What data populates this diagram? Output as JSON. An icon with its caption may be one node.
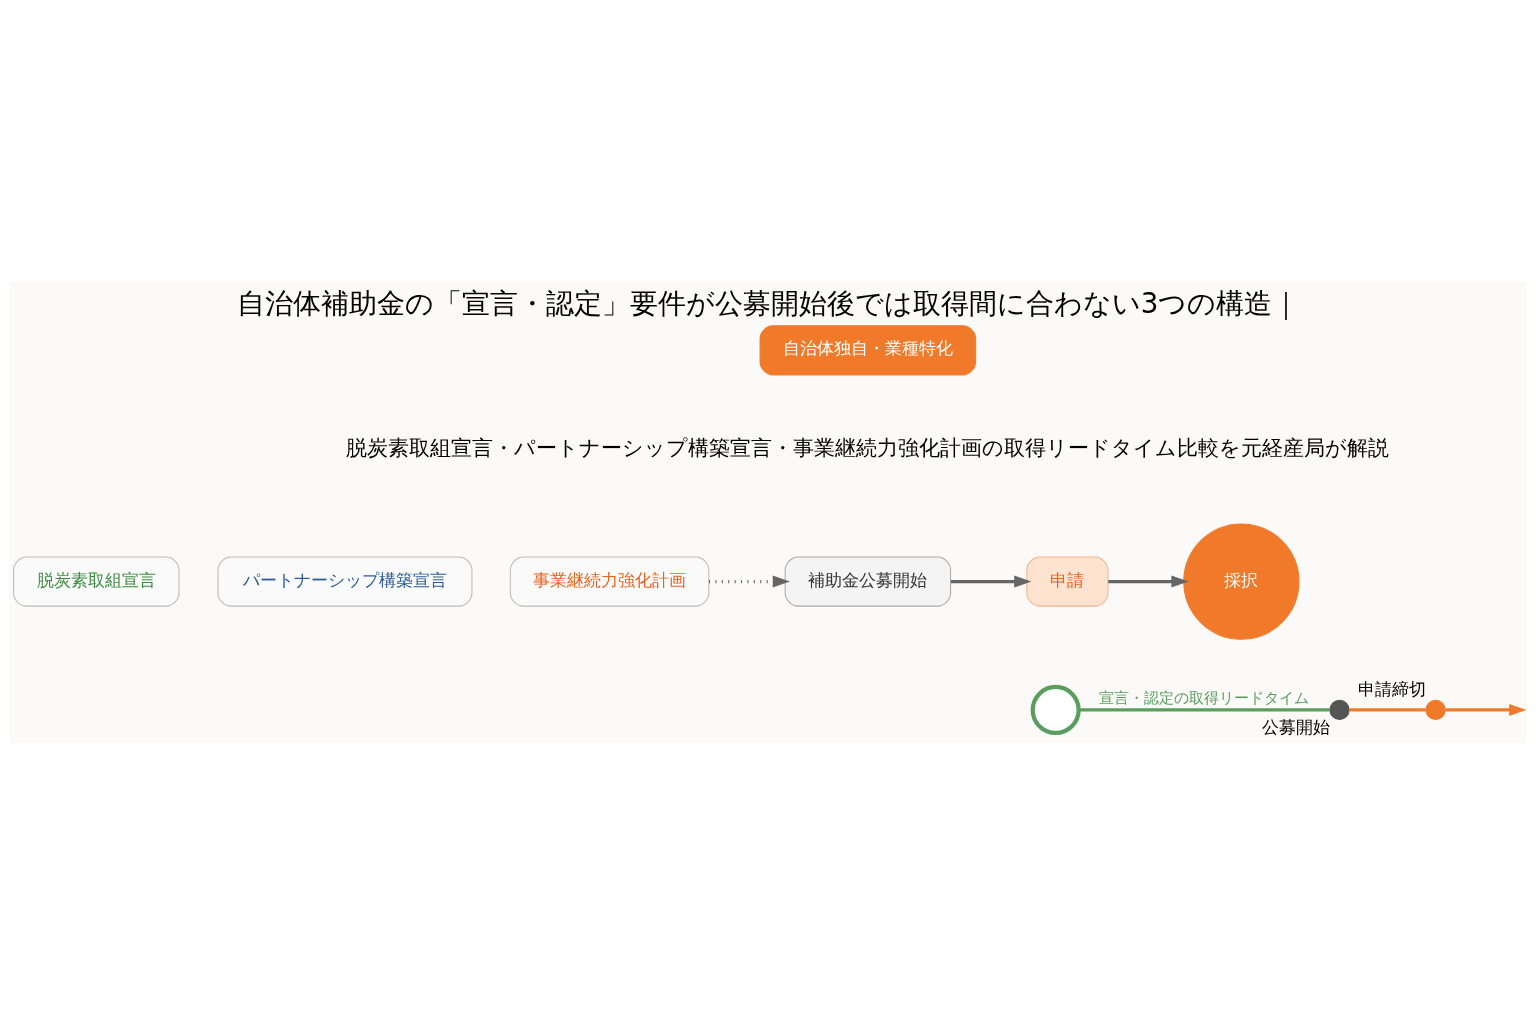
{
  "diagram": {
    "title": "自治体補助金の「宣言・認定」要件が公募開始後では取得間に合わない3つの構造｜",
    "nodes": [
      {
        "text": [
          "脱炭素取組宣言"
        ]
      },
      {
        "text": [
          "パートナーシップ構築宣言"
        ]
      },
      {
        "text": [
          "事業継続力強化計画"
        ]
      },
      {
        "text": [
          "補助金公募開始"
        ]
      },
      {
        "text": [
          "申請"
        ]
      },
      {
        "text": [
          "採択"
        ]
      },
      {
        "text": [],
        "shape": "circle"
      },
      {
        "text": [],
        "shape": "circle",
        "beside": [
          "公募開始"
        ]
      },
      {
        "text": [],
        "shape": "circle",
        "beside": [
          "申請締切"
        ]
      }
    ],
    "edges": [
      {
        "from": 2,
        "to": 3,
        "arrow": "to",
        "style": "dashed"
      },
      {
        "from": 3,
        "to": 4,
        "arrow": "to"
      },
      {
        "from": 4,
        "to": 5,
        "arrow": "to"
      },
      {
        "from": 6,
        "to": 7,
        "arrow": "none",
        "label": "宣言・認定の取得リードタイム",
        "color": "#5a9e5f"
      },
      {
        "from": 7,
        "to": 8,
        "arrow": "none",
        "color": "#f07a2a"
      },
      {
        "from": 8,
        "to": null,
        "arrow": "to",
        "color": "#f07a2a"
      }
    ],
    "labels": [
      "自治体独自・業種特化",
      "脱炭素取組宣言・パートナーシップ構築宣言・事業継続力強化計画の取得リードタイム比較を元経産局が解説"
    ]
  }
}
